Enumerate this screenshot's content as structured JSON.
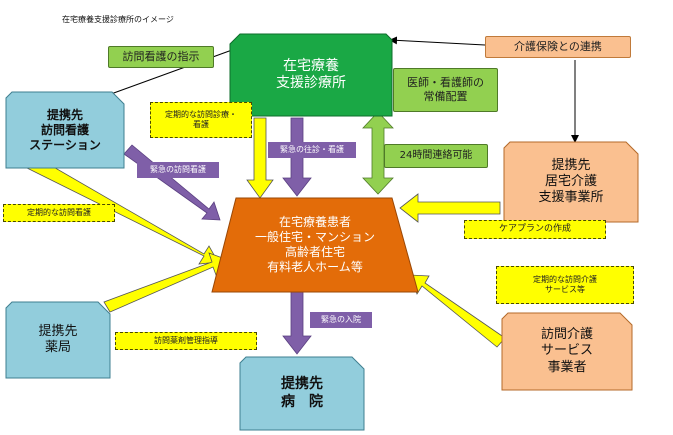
{
  "page": {
    "title": "在宅療養支援診療所のイメージ"
  },
  "nodes": {
    "clinic": [
      "在宅療養",
      "支援診療所"
    ],
    "patient": [
      "在宅療養患者",
      "一般住宅・マンション",
      "高齢者住宅",
      "有料老人ホーム等"
    ],
    "nursing_station": [
      "提携先",
      "訪問看護",
      "ステーション"
    ],
    "care_support": [
      "提携先",
      "居宅介護",
      "支援事業所"
    ],
    "pharmacy": [
      "提携先",
      "薬局"
    ],
    "hospital": [
      "提携先",
      "病　院"
    ],
    "home_care": [
      "訪問介護",
      "サービス",
      "事業者"
    ]
  },
  "labels": {
    "nursing_instruction": [
      "訪問看護の指示"
    ],
    "care_insurance": [
      "介護保険との連携"
    ],
    "staff": [
      "医師・看護師の",
      "常備配置"
    ],
    "regular_visit_care": [
      "定期的な訪問診療・",
      "看護"
    ],
    "emergency_visit_nursing": [
      "緊急の訪問看護"
    ],
    "emergency_visit_diagnosis": [
      "緊急の往診・看護"
    ],
    "always_contact": [
      "24時間連絡可能"
    ],
    "regular_visit_nursing": [
      "定期的な訪問看護"
    ],
    "care_plan": [
      "ケアプランの作成"
    ],
    "regular_home_care": [
      "定期的な訪問介護",
      "サービス等"
    ],
    "pharmacy_guidance": [
      "訪問薬剤管理指導"
    ],
    "emergency_hospitalization": [
      "緊急の入院"
    ]
  },
  "colors": {
    "clinic": "#1aa845",
    "patient": "#e36c09",
    "light_blue": "#92cddc",
    "peach": "#fac090",
    "yellow": "#ffff00",
    "green": "#92d050",
    "purple": "#7f5fa8"
  }
}
